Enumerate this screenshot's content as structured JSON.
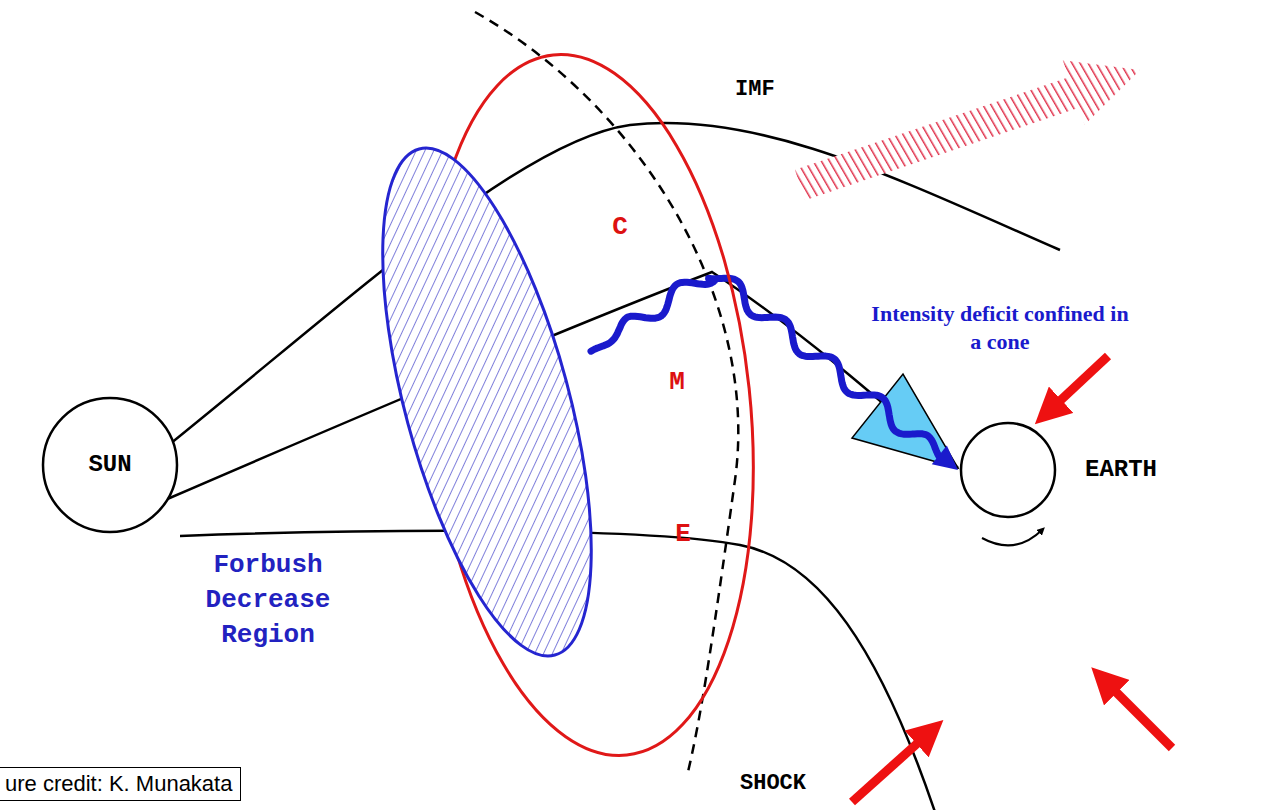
{
  "diagram": {
    "nodes": [
      {
        "text": [
          "SUN"
        ]
      },
      {
        "text": [
          "C",
          "M",
          "E"
        ]
      },
      {
        "text": [
          "Forbush Decrease Region"
        ]
      },
      {
        "text": [
          "EARTH"
        ]
      }
    ],
    "edges": [
      {
        "from": 2,
        "to": 3,
        "arrow": "to"
      }
    ],
    "labels": [
      "IMF",
      "Intensity deficit confined in a cone",
      "SHOCK",
      "ure credit: K. Munakata"
    ]
  }
}
